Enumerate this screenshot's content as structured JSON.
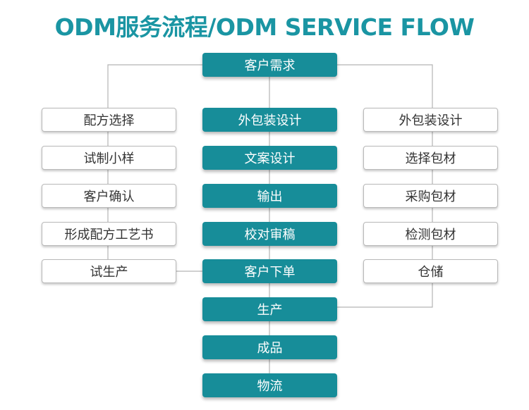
{
  "title": "ODM服务流程/ODM SERVICE FLOW",
  "colors": {
    "title": "#1a95a3",
    "filled_node": "#178d99",
    "connector": "#b3b3b3"
  },
  "center_flow": [
    "客户需求",
    "外包装设计",
    "文案设计",
    "输出",
    "校对审稿",
    "客户下单",
    "生产",
    "成品",
    "物流"
  ],
  "left_branch": [
    "配方选择",
    "试制小样",
    "客户确认",
    "形成配方工艺书",
    "试生产"
  ],
  "right_branch": [
    "外包装设计",
    "选择包材",
    "采购包材",
    "检测包材",
    "仓储"
  ]
}
